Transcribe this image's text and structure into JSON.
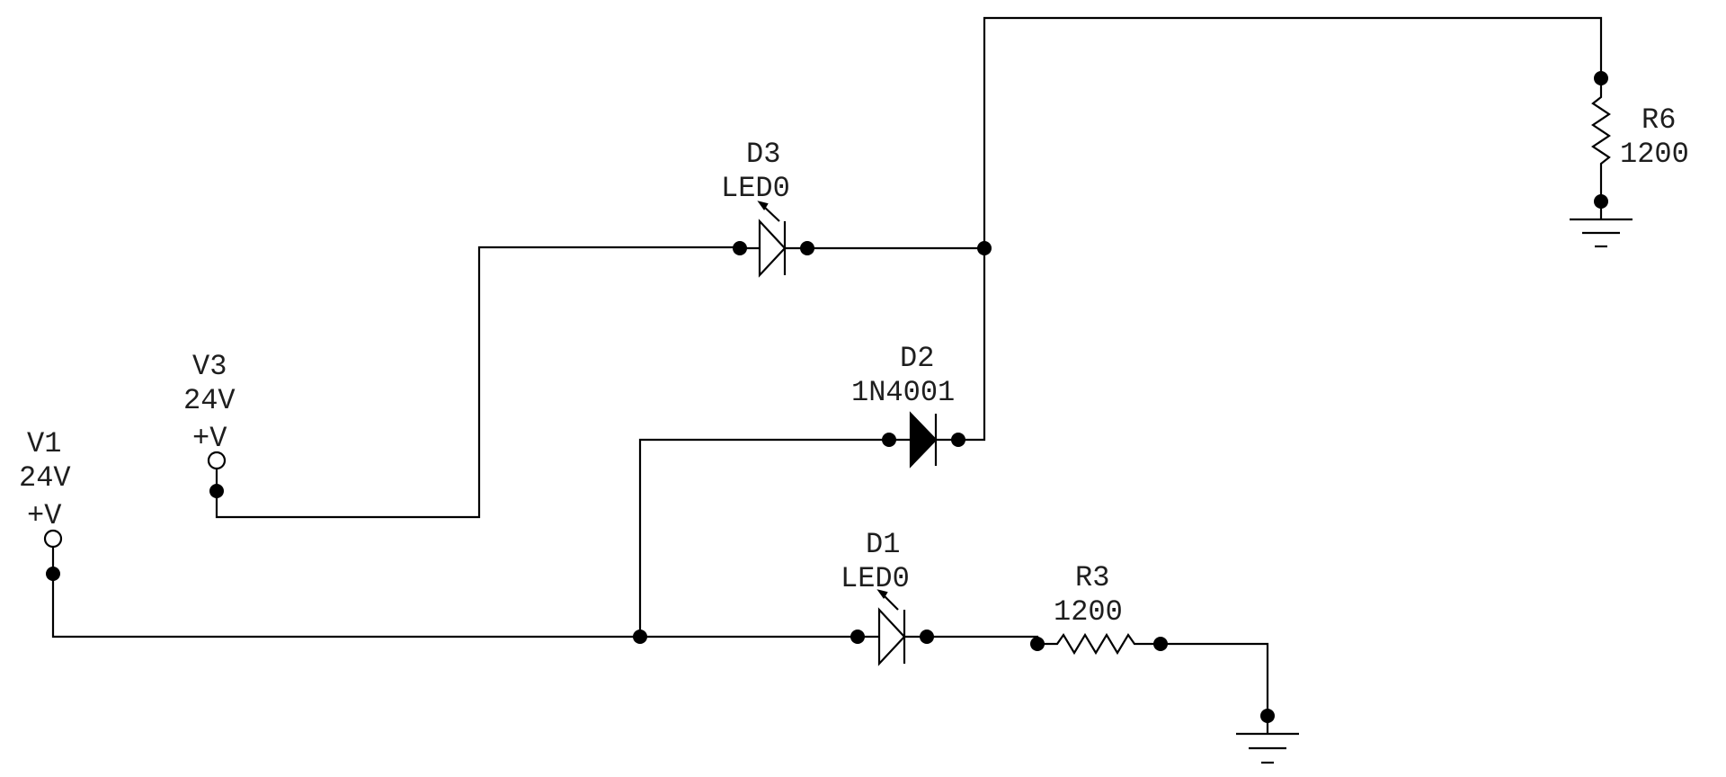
{
  "components": {
    "v1": {
      "ref": "V1",
      "value": "24V",
      "symbol": "+V"
    },
    "v3": {
      "ref": "V3",
      "value": "24V",
      "symbol": "+V"
    },
    "d1": {
      "ref": "D1",
      "value": "LED0"
    },
    "d2": {
      "ref": "D2",
      "value": "1N4001"
    },
    "d3": {
      "ref": "D3",
      "value": "LED0"
    },
    "r3": {
      "ref": "R3",
      "value": "1200"
    },
    "r6": {
      "ref": "R6",
      "value": "1200"
    }
  }
}
